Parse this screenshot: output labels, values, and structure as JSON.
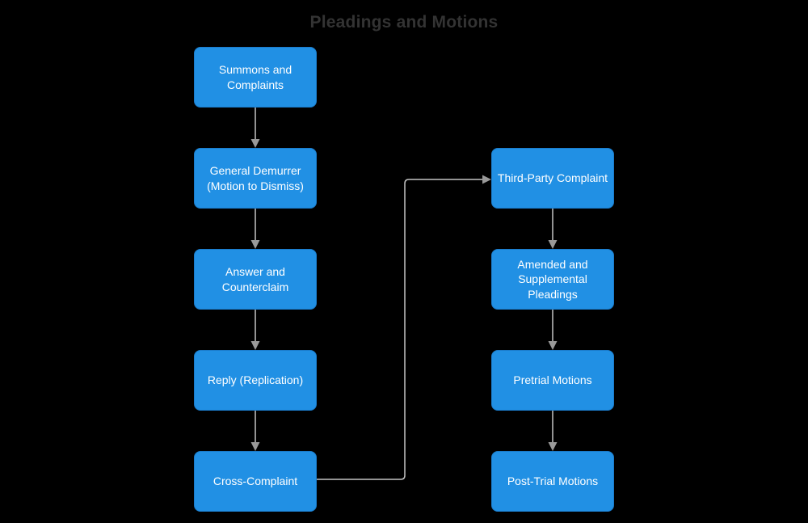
{
  "title": "Pleadings and Motions",
  "colors": {
    "background": "#000000",
    "node_fill": "#2190e4",
    "node_text": "#ffffff",
    "edge_line": "#c4c4c4",
    "arrowhead": "#999999",
    "title_color": "#333333"
  },
  "nodes": [
    {
      "id": "summons",
      "label": "Summons and Complaints"
    },
    {
      "id": "demurrer",
      "label": "General Demurrer (Motion to Dismiss)"
    },
    {
      "id": "answer",
      "label": "Answer and Counterclaim"
    },
    {
      "id": "reply",
      "label": "Reply (Replication)"
    },
    {
      "id": "cross",
      "label": "Cross-Complaint"
    },
    {
      "id": "thirdparty",
      "label": "Third-Party Complaint"
    },
    {
      "id": "amended",
      "label": "Amended and Supplemental Pleadings"
    },
    {
      "id": "pretrial",
      "label": "Pretrial Motions"
    },
    {
      "id": "posttrial",
      "label": "Post-Trial Motions"
    }
  ],
  "edges": [
    {
      "from": "summons",
      "to": "demurrer"
    },
    {
      "from": "demurrer",
      "to": "answer"
    },
    {
      "from": "answer",
      "to": "reply"
    },
    {
      "from": "reply",
      "to": "cross"
    },
    {
      "from": "cross",
      "to": "thirdparty"
    },
    {
      "from": "thirdparty",
      "to": "amended"
    },
    {
      "from": "amended",
      "to": "pretrial"
    },
    {
      "from": "pretrial",
      "to": "posttrial"
    }
  ]
}
